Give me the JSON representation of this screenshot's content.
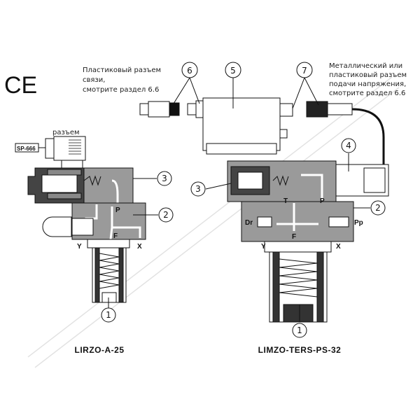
{
  "ce_mark": "CE",
  "notes": {
    "left": [
      "Пластиковый разъем",
      "связи,",
      "смотрите раздел 6.6"
    ],
    "right": [
      "Металлический или",
      "пластиковый разъем",
      "подачи напряжения,",
      "смотрите раздел 6.6"
    ],
    "connector": "разъем",
    "sp_label": "SP-666"
  },
  "callouts": {
    "c1": "1",
    "c2": "2",
    "c3": "3",
    "c4": "4",
    "c5": "5",
    "c6": "6",
    "c7": "7"
  },
  "ports": {
    "P": "P",
    "T": "T",
    "F": "F",
    "X": "X",
    "Y": "Y",
    "Dr": "Dr",
    "Pp": "Pp"
  },
  "models": {
    "left": "LIRZO-A-25",
    "right": "LIMZO-TERS-PS-32"
  },
  "colors": {
    "body": "#9a9a9a",
    "dark": "#333333",
    "line": "#111111"
  }
}
